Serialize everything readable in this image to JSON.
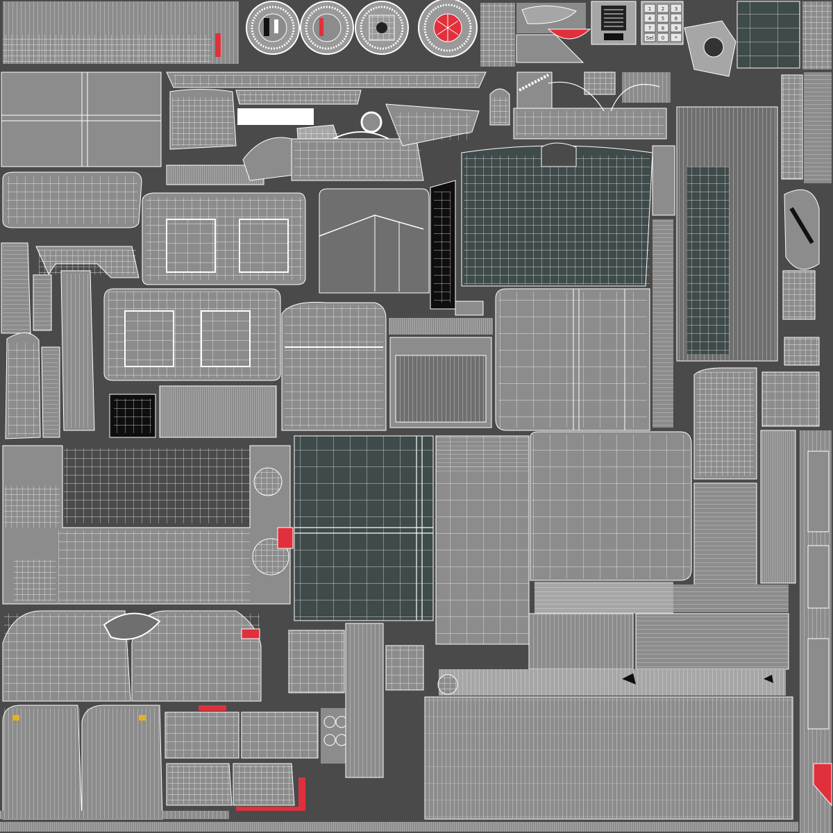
{
  "image_kind": "3D model UV wireframe texture atlas",
  "keypad": {
    "keys": [
      "1",
      "2",
      "3",
      "4",
      "5",
      "6",
      "7",
      "8",
      "9",
      "Sel",
      "0",
      "*"
    ]
  },
  "colors": {
    "background": "#4a4a4a",
    "island_fill": "#8c8c8c",
    "island_fill_light": "#a6a6a6",
    "island_fill_dark": "#6f6f6f",
    "glass_fill": "#3f4a4a",
    "wire": "#ffffff",
    "accent_red": "#e0303c",
    "black_part": "#0e0e0e"
  }
}
